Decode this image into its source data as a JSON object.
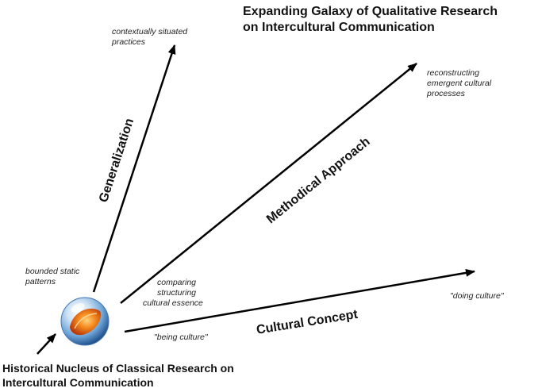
{
  "title": {
    "line1": "Expanding Galaxy of Qualitative Research",
    "line2": "on Intercultural Communication"
  },
  "nucleus_label": {
    "line1": "Historical Nucleus of Classical Research on",
    "line2": "Intercultural  Communication"
  },
  "axes": {
    "generalization": {
      "label": "Generalization",
      "start": {
        "line1": "bounded static",
        "line2": "patterns"
      },
      "end": {
        "line1": "contextually situated",
        "line2": "practices"
      }
    },
    "methodical": {
      "label": "Methodical Approach",
      "start": {
        "line1": "comparing",
        "line2": "structuring",
        "line3": "cultural essence"
      },
      "end": {
        "line1": "reconstructing",
        "line2": "emergent cultural",
        "line3": "processes"
      }
    },
    "cultural": {
      "label": "Cultural Concept",
      "start": "\"being culture\"",
      "end": "\"doing culture\""
    }
  },
  "colors": {
    "arrow": "#000000",
    "marble_glass": "#6fa6d8",
    "marble_core": "#f07a1a"
  }
}
